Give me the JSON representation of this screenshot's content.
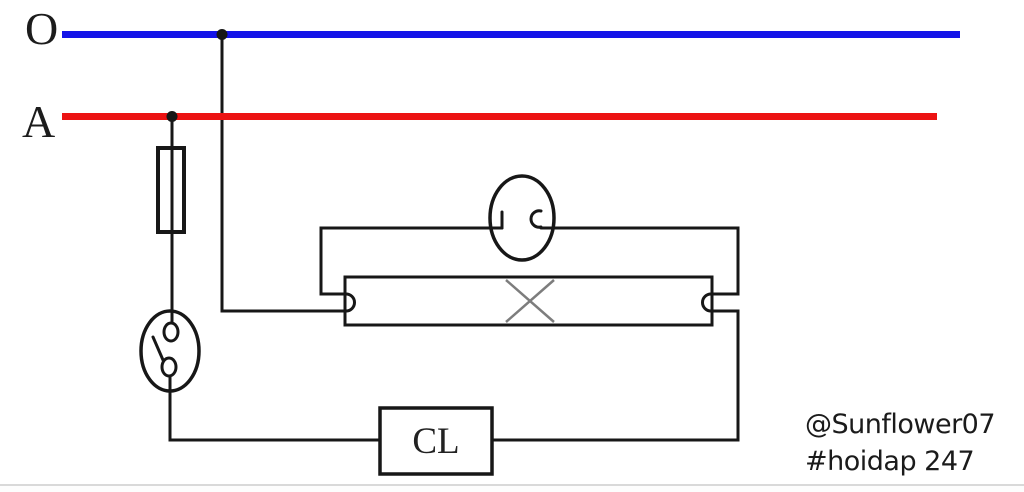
{
  "diagram": {
    "labels": {
      "neutral": "O",
      "phase": "A",
      "ballast": "CL"
    },
    "watermark": {
      "line1": "@Sunflower07",
      "line2": "#hoidap 247"
    },
    "colors": {
      "neutral_line": "#1414e8",
      "phase_line": "#ec1313",
      "wire": "#171717",
      "tube_cross": "#7d7d7d"
    }
  }
}
